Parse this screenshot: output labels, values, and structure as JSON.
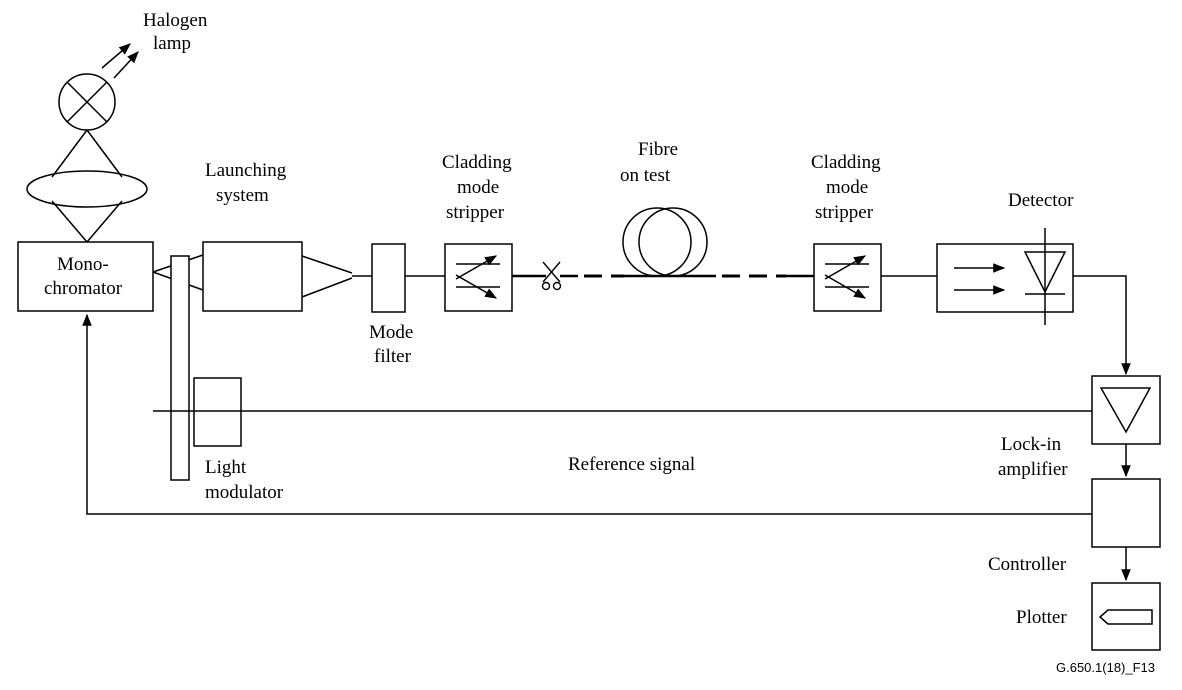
{
  "labels": {
    "halogen_lamp": [
      "Halogen",
      "lamp"
    ],
    "launching_system": [
      "Launching",
      "system"
    ],
    "cladding_stripper_1": [
      "Cladding",
      "mode",
      "stripper"
    ],
    "fibre_on_test": [
      "Fibre",
      "on test"
    ],
    "cladding_stripper_2": [
      "Cladding",
      "mode",
      "stripper"
    ],
    "detector": "Detector",
    "monochromator": [
      "Mono-",
      "chromator"
    ],
    "mode_filter": [
      "Mode",
      "filter"
    ],
    "light_modulator": [
      "Light",
      "modulator"
    ],
    "reference_signal": "Reference signal",
    "lock_in_amplifier": [
      "Lock-in",
      "amplifier"
    ],
    "controller": "Controller",
    "plotter": "Plotter",
    "figure_id": "G.650.1(18)_F13"
  },
  "colors": {
    "line": "#000000",
    "background": "#ffffff"
  },
  "icons": {
    "splice": "scissors-icon",
    "lamp": "lamp-cross-icon"
  }
}
